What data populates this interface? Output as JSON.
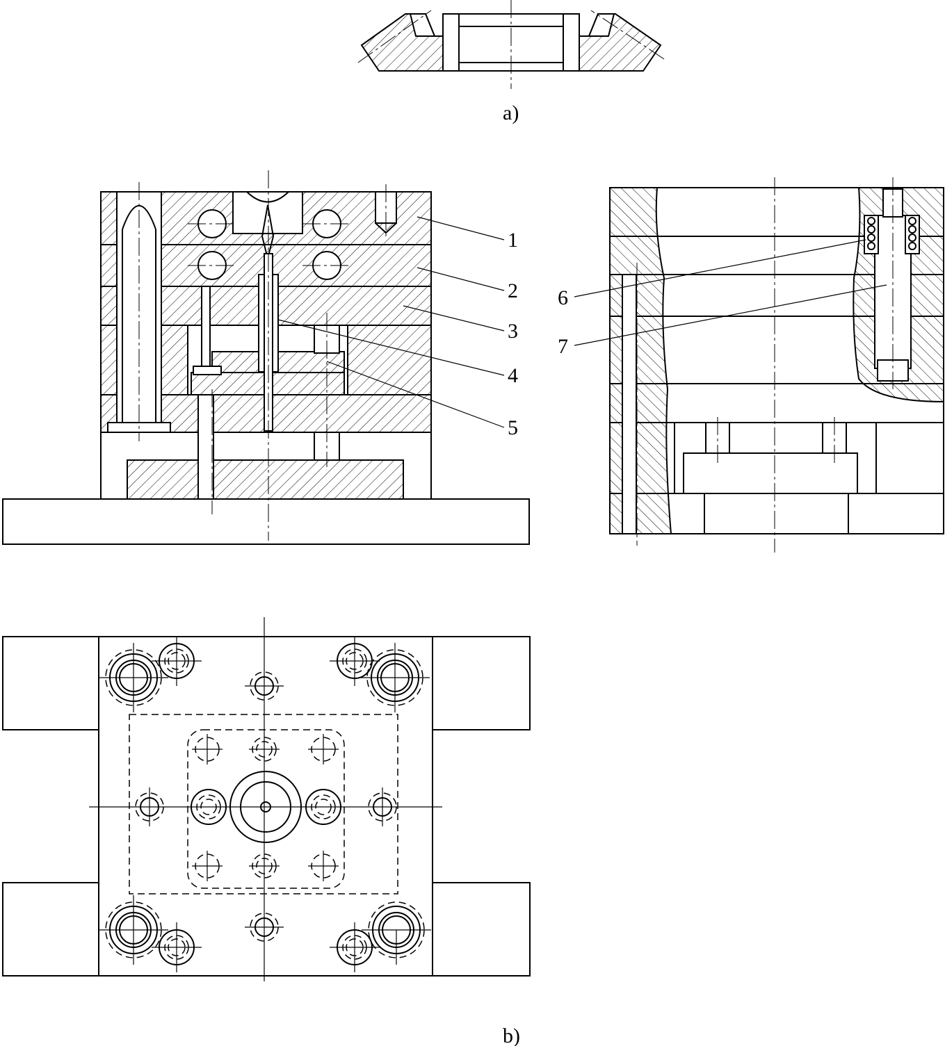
{
  "caption_a": "a)",
  "caption_b": "b)",
  "callouts": [
    "1",
    "2",
    "3",
    "4",
    "5",
    "6",
    "7"
  ]
}
